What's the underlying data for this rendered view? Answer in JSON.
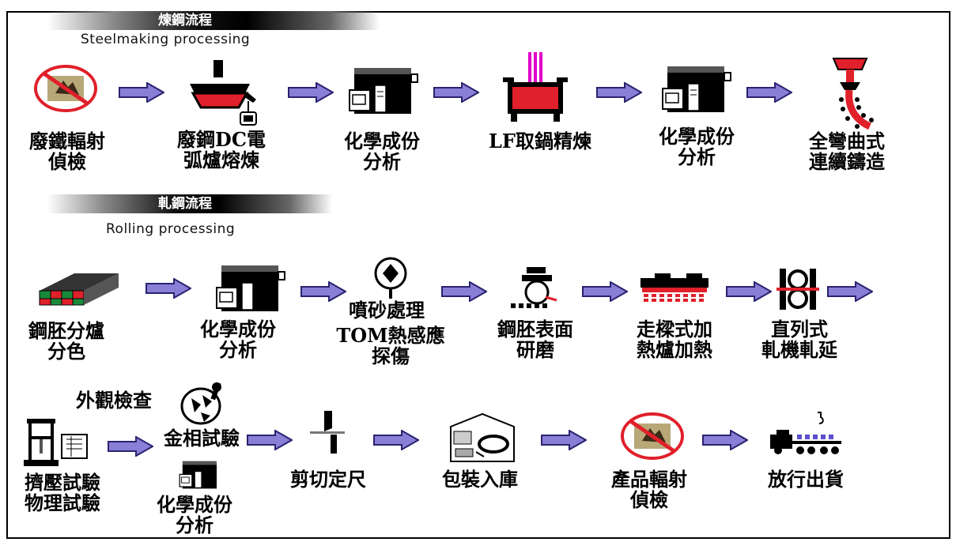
{
  "steelmaking": {
    "title_zh": "煉鋼流程",
    "title_en": "Steelmaking processing",
    "steps": [
      {
        "label": "廢鐵輻射\n偵檢",
        "icon": "radiation-check-icon"
      },
      {
        "label": "廢鋼DC電\n弧爐熔煉",
        "icon": "arc-furnace-icon"
      },
      {
        "label": "化學成份\n分析",
        "icon": "chemical-analyzer-icon"
      },
      {
        "label": "LF取鍋精煉",
        "icon": "ladle-furnace-icon"
      },
      {
        "label": "化學成份\n分析",
        "icon": "chemical-analyzer-icon"
      },
      {
        "label": "全彎曲式\n連續鑄造",
        "icon": "continuous-caster-icon"
      }
    ]
  },
  "rolling": {
    "title_zh": "軋鋼流程",
    "title_en": "Rolling processing",
    "row1": [
      {
        "label": "鋼胚分爐\n分色",
        "icon": "billets-icon"
      },
      {
        "label": "化學成份\n分析",
        "icon": "chemical-analyzer-icon"
      },
      {
        "label_top": "噴砂處理",
        "label": "TOM熱感應\n探傷",
        "icon": "ultrasonic-test-icon"
      },
      {
        "label": "鋼胚表面\n研磨",
        "icon": "grinder-icon"
      },
      {
        "label": "走樑式加\n熱爐加熱",
        "icon": "walking-beam-furnace-icon"
      },
      {
        "label": "直列式\n軋機軋延",
        "icon": "rolling-mill-icon"
      }
    ],
    "row2": [
      {
        "label": "擠壓試驗\n物理試驗",
        "icon": "tensile-tester-icon"
      },
      {
        "label_top": "外觀檢查",
        "label": "金相試驗",
        "icon": "metallographic-icon"
      },
      {
        "label": "化學成份\n分析",
        "icon": "chemical-analyzer-icon"
      },
      {
        "label": "剪切定尺",
        "icon": "shear-icon"
      },
      {
        "label": "包裝入庫",
        "icon": "warehouse-icon"
      },
      {
        "label": "產品輻射\n偵檢",
        "icon": "radiation-check-icon"
      },
      {
        "label": "放行出貨",
        "icon": "truck-crane-icon"
      }
    ]
  },
  "colors": {
    "arrow_fill": "#8a7fd6",
    "arrow_stroke": "#2b2270",
    "ladle_red": "#e0202a",
    "magenta": "#e000c8"
  }
}
